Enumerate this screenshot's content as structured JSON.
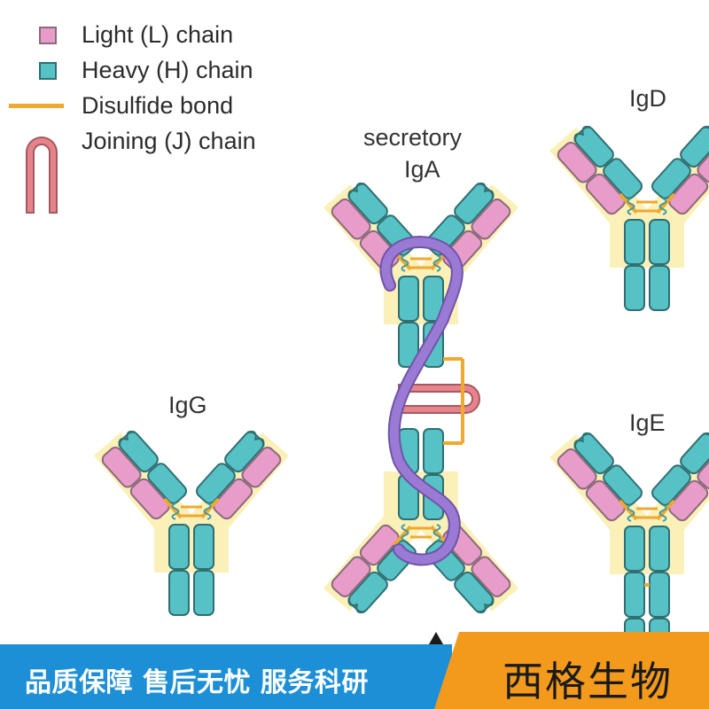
{
  "legend": {
    "light_chain": "Light (L) chain",
    "heavy_chain": "Heavy (H) chain",
    "disulfide_bond": "Disulfide bond",
    "joining_chain": "Joining (J) chain"
  },
  "labels": {
    "secretory": "secretory",
    "iga": "IgA",
    "igd": "IgD",
    "igg": "IgG",
    "ige": "IgE"
  },
  "banner": {
    "slogan": "品质保障 售后无忧 服务科研",
    "brand": "西格生物"
  },
  "colors": {
    "light_chain": "#e89cc9",
    "heavy_chain": "#56c2c6",
    "disulfide_bond": "#f0a830",
    "joining_chain": "#e7838b",
    "secretory_component": "#9b7ad6",
    "fab_shade": "#fbf1b8",
    "banner_blue": "#1c8fd6",
    "banner_orange": "#f39a1c"
  }
}
